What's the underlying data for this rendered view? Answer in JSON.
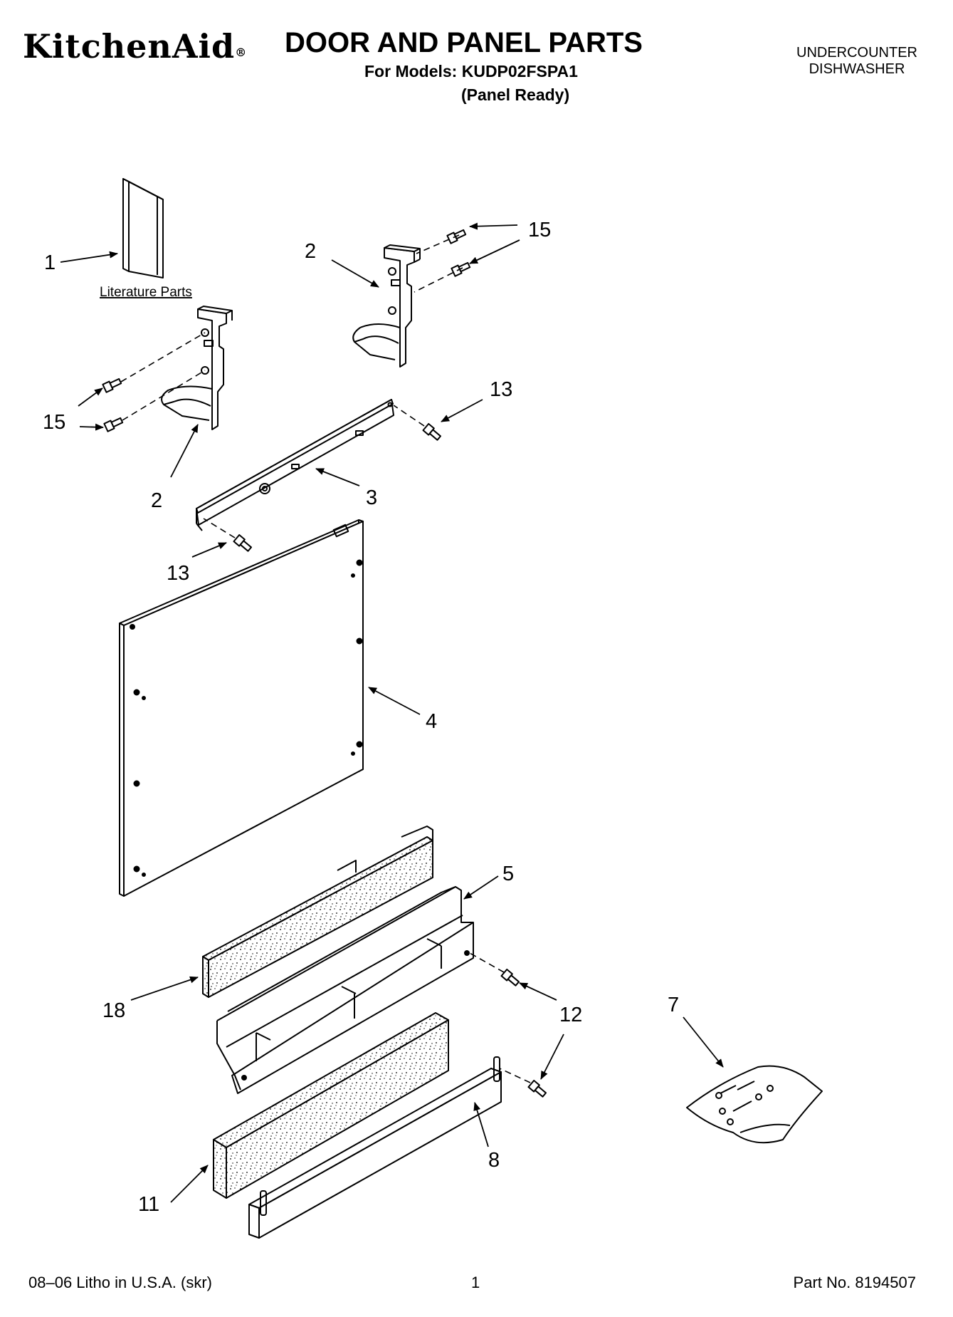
{
  "header": {
    "brand": "KitchenAid",
    "title": "DOOR AND PANEL PARTS",
    "models": "For Models: KUDP02FSPA1",
    "variant": "(Panel Ready)",
    "appliance_line1": "UNDERCOUNTER",
    "appliance_line2": "DISHWASHER"
  },
  "diagram": {
    "literature_label": "Literature Parts",
    "callouts": {
      "c1": "1",
      "c2a": "2",
      "c2b": "2",
      "c3": "3",
      "c4": "4",
      "c5": "5",
      "c7": "7",
      "c8": "8",
      "c11": "11",
      "c12": "12",
      "c13a": "13",
      "c13b": "13",
      "c15a": "15",
      "c15b": "15",
      "c18": "18"
    }
  },
  "footer": {
    "litho": "08–06 Litho in U.S.A. (skr)",
    "page": "1",
    "part_no": "Part No. 8194507"
  },
  "colors": {
    "ink": "#000000",
    "paper": "#ffffff"
  }
}
